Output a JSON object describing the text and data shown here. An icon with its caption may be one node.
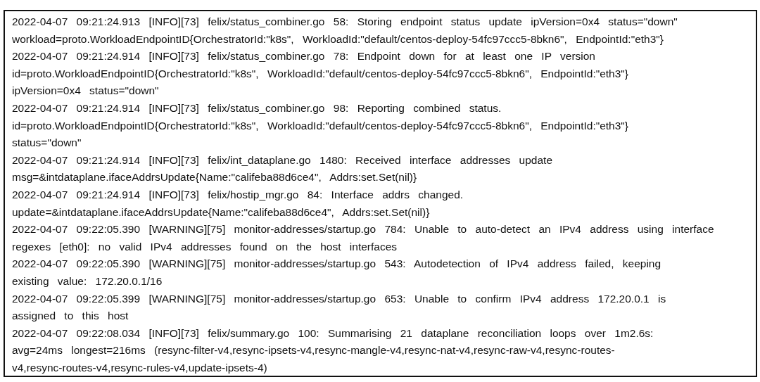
{
  "diagram": {
    "nodes": [
      {
        "text": [
          "2022-04-07 09:21:24.913 [INFO][73] felix/status_combiner.go 58: Storing endpoint status update ipVersion=0x4 status=\"down\"",
          "workload=proto.WorkloadEndpointID{OrchestratorId:\"k8s\", WorkloadId:\"default/centos-deploy-54fc97ccc5-8bkn6\", EndpointId:\"eth3\"}",
          "2022-04-07 09:21:24.914 [INFO][73] felix/status_combiner.go 78: Endpoint down for at least one IP version",
          "id=proto.WorkloadEndpointID{OrchestratorId:\"k8s\", WorkloadId:\"default/centos-deploy-54fc97ccc5-8bkn6\", EndpointId:\"eth3\"}",
          "ipVersion=0x4 status=\"down\"",
          "2022-04-07 09:21:24.914 [INFO][73] felix/status_combiner.go 98: Reporting combined status.",
          "id=proto.WorkloadEndpointID{OrchestratorId:\"k8s\", WorkloadId:\"default/centos-deploy-54fc97ccc5-8bkn6\", EndpointId:\"eth3\"}",
          "status=\"down\"",
          "2022-04-07 09:21:24.914 [INFO][73] felix/int_dataplane.go 1480: Received interface addresses update",
          "msg=&intdataplane.ifaceAddrsUpdate{Name:\"califeba88d6ce4\", Addrs:set.Set(nil)}",
          "2022-04-07 09:21:24.914 [INFO][73] felix/hostip_mgr.go 84: Interface addrs changed.",
          "update=&intdataplane.ifaceAddrsUpdate{Name:\"califeba88d6ce4\", Addrs:set.Set(nil)}",
          "2022-04-07 09:22:05.390 [WARNING][75] monitor-addresses/startup.go 784: Unable to auto-detect an IPv4 address using interface",
          "regexes [eth0]: no valid IPv4 addresses found on the host interfaces",
          "2022-04-07 09:22:05.390 [WARNING][75] monitor-addresses/startup.go 543: Autodetection of IPv4 address failed, keeping",
          "existing value: 172.20.0.1/16",
          "2022-04-07 09:22:05.399 [WARNING][75] monitor-addresses/startup.go 653: Unable to confirm IPv4 address 172.20.0.1 is",
          "assigned to this host",
          "2022-04-07 09:22:08.034 [INFO][73] felix/summary.go 100: Summarising 21 dataplane reconciliation loops over 1m2.6s:",
          "avg=24ms longest=216ms (resync-filter-v4,resync-ipsets-v4,resync-mangle-v4,resync-nat-v4,resync-raw-v4,resync-routes-",
          "v4,resync-routes-v4,resync-rules-v4,update-ipsets-4)"
        ]
      }
    ]
  }
}
